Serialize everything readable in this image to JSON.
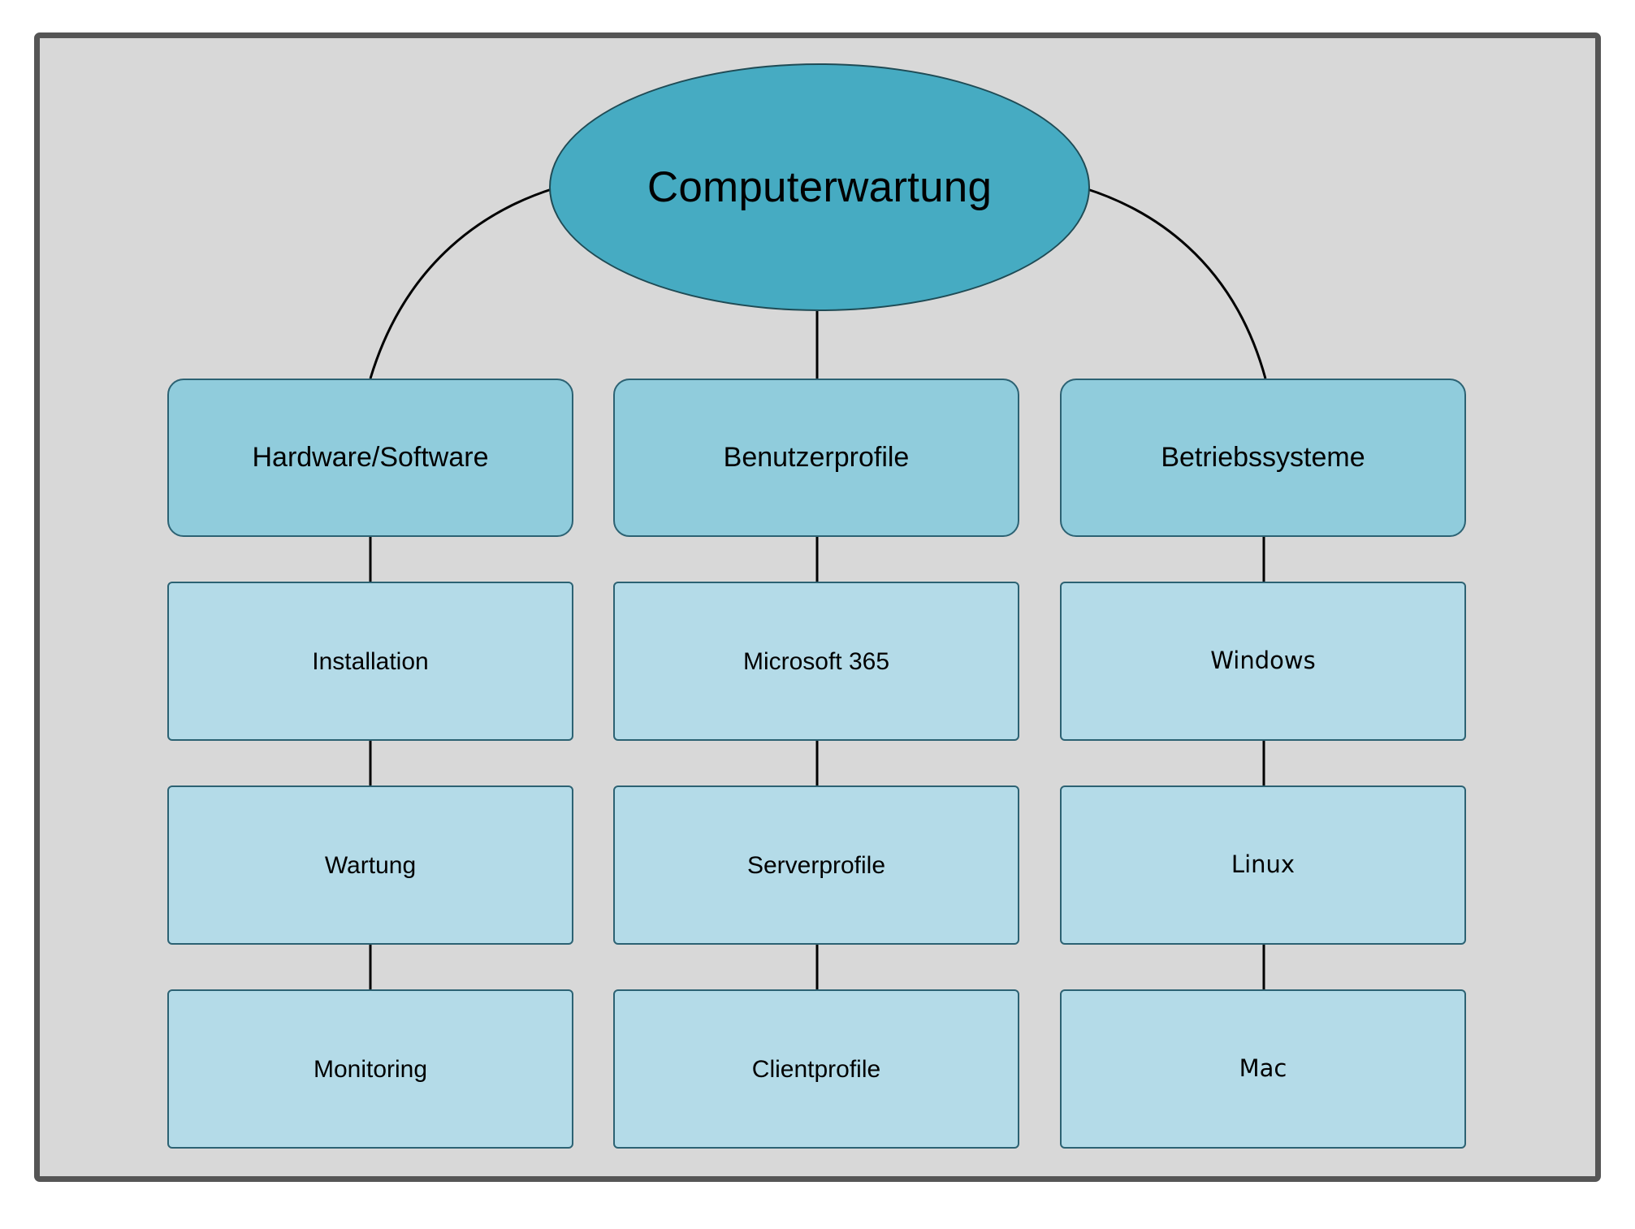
{
  "diagram": {
    "title": "Computerwartung",
    "type": "mind-map",
    "colors": {
      "page_background": "#ffffff",
      "frame_fill": "#d8d8d8",
      "frame_border": "#555555",
      "root_fill": "#46abc2",
      "root_border": "#1f4b55",
      "branch_fill": "#90ccdc",
      "branch_border": "#2c6273",
      "leaf_fill": "#b4dbe8",
      "leaf_border": "#2c6273",
      "connector": "#000000",
      "text": "#000000"
    },
    "root": {
      "label": "Computerwartung",
      "shape": "ellipse"
    },
    "branches": [
      {
        "label": "Hardware/Software",
        "connector": "curve-left",
        "children": [
          {
            "label": "Installation"
          },
          {
            "label": "Wartung"
          },
          {
            "label": "Monitoring"
          }
        ]
      },
      {
        "label": "Benutzerprofile",
        "connector": "straight",
        "children": [
          {
            "label": "Microsoft 365"
          },
          {
            "label": "Serverprofile"
          },
          {
            "label": "Clientprofile"
          }
        ]
      },
      {
        "label": "Betriebssysteme",
        "connector": "curve-right",
        "children": [
          {
            "label": "Windows"
          },
          {
            "label": "Linux"
          },
          {
            "label": "Mac"
          }
        ]
      }
    ]
  }
}
